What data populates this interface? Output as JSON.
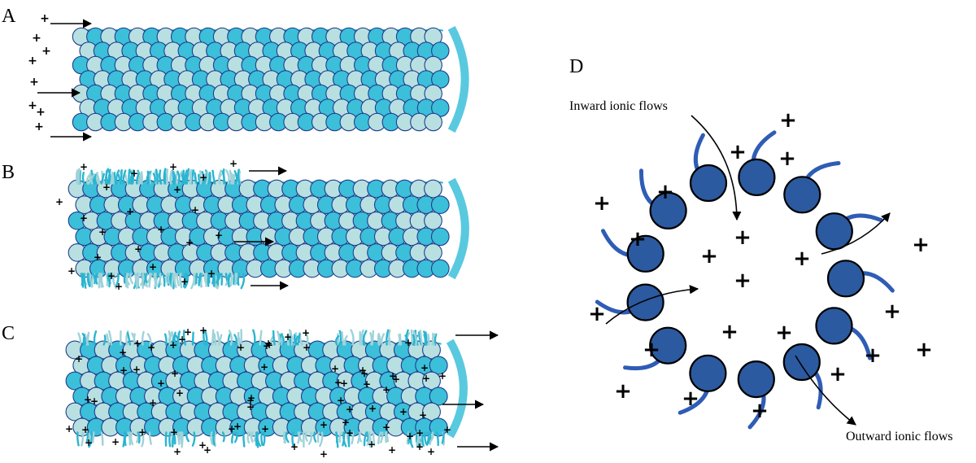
{
  "panels": {
    "a": {
      "letter": "A"
    },
    "b": {
      "letter": "B"
    },
    "c": {
      "letter": "C"
    },
    "d": {
      "letter": "D",
      "inward_label": "Inward ionic flows",
      "outward_label": "Outward ionic flows"
    }
  },
  "symbols": {
    "ion": "+"
  },
  "colors": {
    "tubulin_light": "#b9e0e0",
    "tubulin_cyan": "#3cbfd9",
    "tubulin_outline": "#1d3e8e",
    "tail": "#2ab5d1",
    "tail_light": "#9fd3d9",
    "monomer_fill": "#2c5aa0",
    "monomer_tail": "#2f5cb5",
    "ion": "#000000",
    "arrow": "#000000"
  }
}
